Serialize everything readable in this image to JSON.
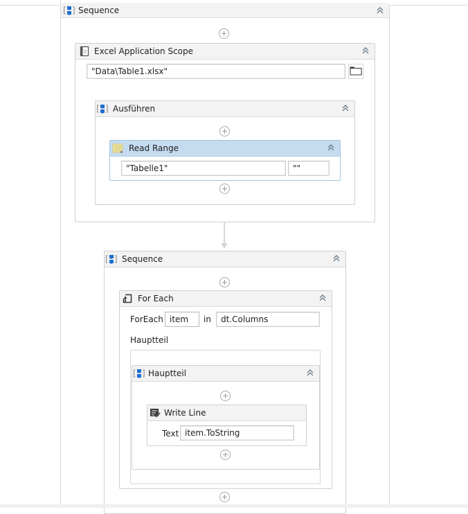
{
  "outer_sequence": {
    "title": "Sequence",
    "icon": "sequence-icon"
  },
  "excel_scope": {
    "title": "Excel Application Scope",
    "icon": "excel-scope-icon",
    "workbook_path": "\"Data\\Table1.xlsx\"",
    "browse_icon": "folder-icon"
  },
  "do_sequence": {
    "title": "Ausführen",
    "icon": "sequence-icon"
  },
  "read_range": {
    "title": "Read Range",
    "icon": "read-range-icon",
    "sheet_name": "\"Tabelle1\"",
    "range": "\"\""
  },
  "inner_sequence": {
    "title": "Sequence",
    "icon": "sequence-icon"
  },
  "for_each": {
    "title": "For Each",
    "icon": "for-each-icon",
    "foreach_label": "ForEach",
    "item_variable": "item",
    "in_label": "in",
    "collection": "dt.Columns",
    "body_label": "Hauptteil"
  },
  "body_sequence": {
    "title": "Hauptteil",
    "icon": "sequence-icon"
  },
  "write_line": {
    "title": "Write Line",
    "icon": "write-line-icon",
    "text_label": "Text",
    "text_value": "item.ToString"
  },
  "colors": {
    "selected_header": "#c5dcf0",
    "header": "#f3f3f3",
    "border": "#d0d0d0",
    "accent_blue": "#1f6fd1"
  }
}
